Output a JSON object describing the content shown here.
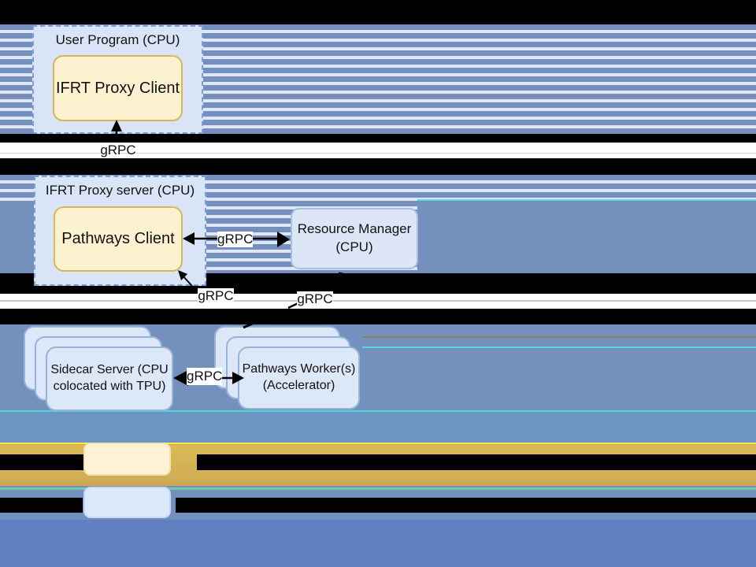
{
  "diagram": {
    "user_program": {
      "title": "User Program (CPU)",
      "client": "IFRT Proxy Client"
    },
    "proxy_server": {
      "title": "IFRT Proxy server (CPU)",
      "client": "Pathways Client"
    },
    "resource_manager": {
      "line1": "Resource Manager",
      "line2": "(CPU)"
    },
    "sidecar_server": {
      "line1": "Sidecar Server (CPU",
      "line2": "colocated with TPU)"
    },
    "pathways_workers": {
      "line1": "Pathways Worker(s)",
      "line2": "(Accelerator)"
    },
    "connections": {
      "client_to_proxy_grpc": "gRPC",
      "pathways_resource_manager_grpc": "gRPC",
      "pathways_sidecar_grpc": "gRPC",
      "resource_manager_worker_grpc": "gRPC",
      "sidecar_worker_grpc": "gRPC"
    }
  },
  "colors": {
    "stripe_blue": "#7590bf",
    "stripe_light": "#dde7f6",
    "solid_blue": "#7490bd",
    "bottom_blue": "#6080c2",
    "gold_band": "#d2b054",
    "yellow_box_fill": "#fdf2d0",
    "yellow_box_border": "#d7b65c",
    "blue_box_fill": "#d9e5f6",
    "dashed_border": "#7b9fd3",
    "card_fill": "#dce6f6",
    "artifact_cyan": "#55d6d6",
    "artifact_yellow": "#ffe84a"
  }
}
